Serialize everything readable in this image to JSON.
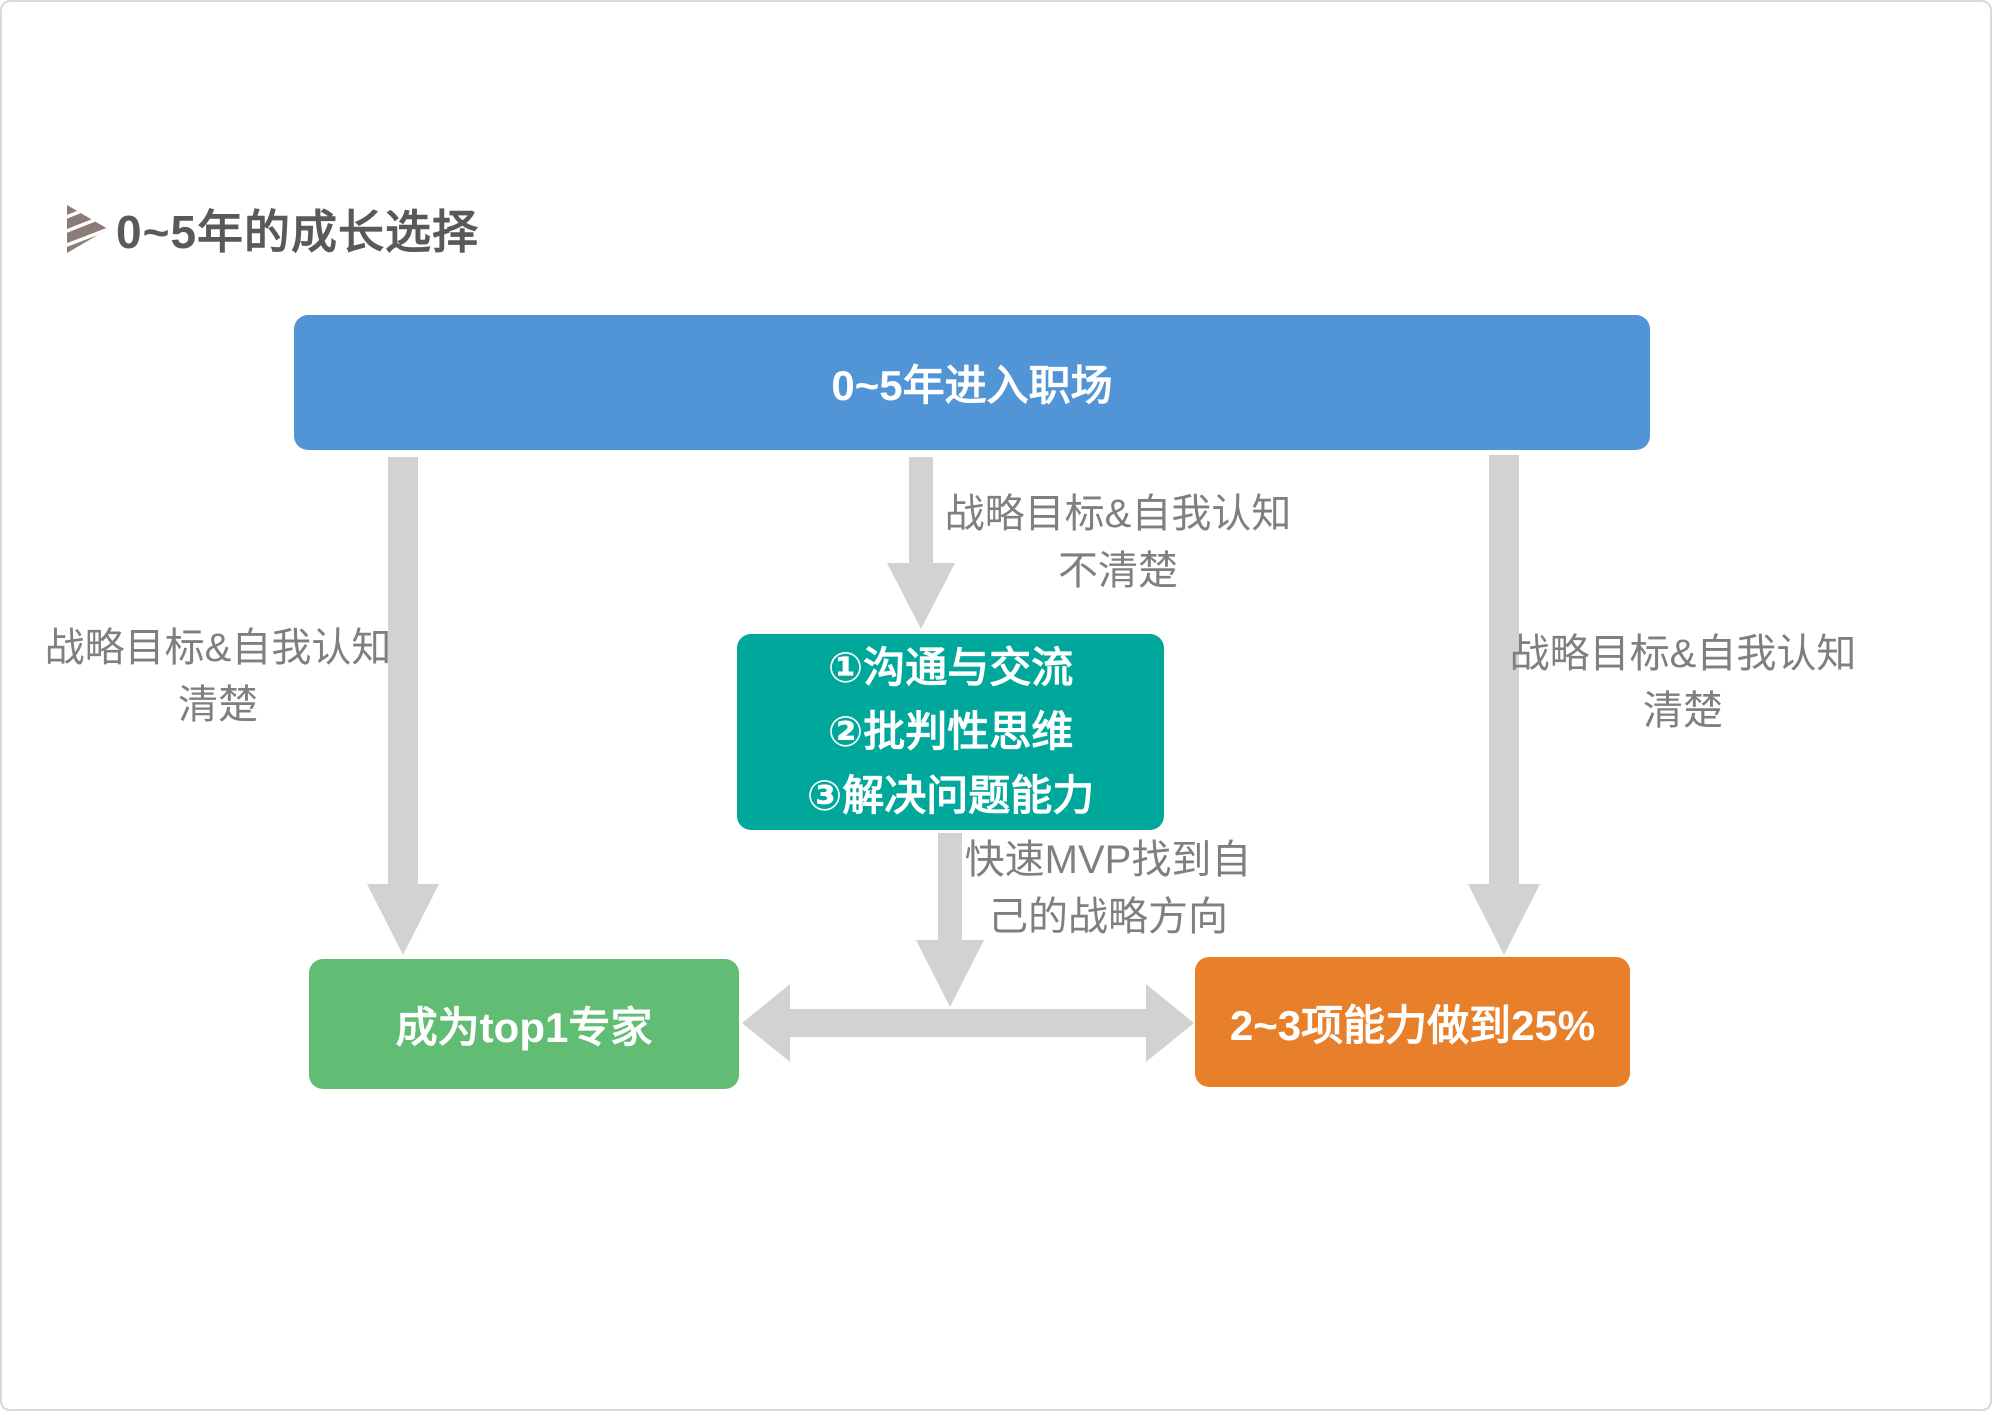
{
  "title": {
    "text": "0~5年的成长选择",
    "icon": "striped-play-triangle-icon"
  },
  "nodes": {
    "entry": {
      "label": "0~5年进入职场"
    },
    "skills": {
      "lines": [
        "①沟通与交流",
        "②批判性思维",
        "③解决问题能力"
      ]
    },
    "expert": {
      "label": "成为top1专家"
    },
    "ability": {
      "label": "2~3项能力做到25%"
    }
  },
  "edge_labels": {
    "left_clear": {
      "line1": "战略目标&自我认知",
      "line2": "清楚"
    },
    "middle_unclear": {
      "line1": "战略目标&自我认知",
      "line2": "不清楚"
    },
    "right_clear": {
      "line1": "战略目标&自我认知",
      "line2": "清楚"
    },
    "mvp": {
      "line1": "快速MVP找到自",
      "line2": "己的战略方向"
    }
  },
  "edges": [
    {
      "from": "entry",
      "to": "expert",
      "label": "战略目标&自我认知 清楚"
    },
    {
      "from": "entry",
      "to": "skills",
      "label": "战略目标&自我认知 不清楚"
    },
    {
      "from": "entry",
      "to": "ability",
      "label": "战略目标&自我认知 清楚"
    },
    {
      "from": "skills",
      "to": "expert-ability-link",
      "label": "快速MVP找到自己的战略方向"
    },
    {
      "from": "expert",
      "to": "ability",
      "label": "",
      "bidirectional": true
    }
  ],
  "colors": {
    "entry_box": "#5295d6",
    "skills_box": "#00a79b",
    "expert_box": "#62bd74",
    "ability_box": "#e8802b",
    "arrow": "#d2d2d2",
    "edge_label_text": "#7f7f7f",
    "title_text": "#595959",
    "title_icon": "#8b7c75",
    "box_text": "#ffffff"
  }
}
